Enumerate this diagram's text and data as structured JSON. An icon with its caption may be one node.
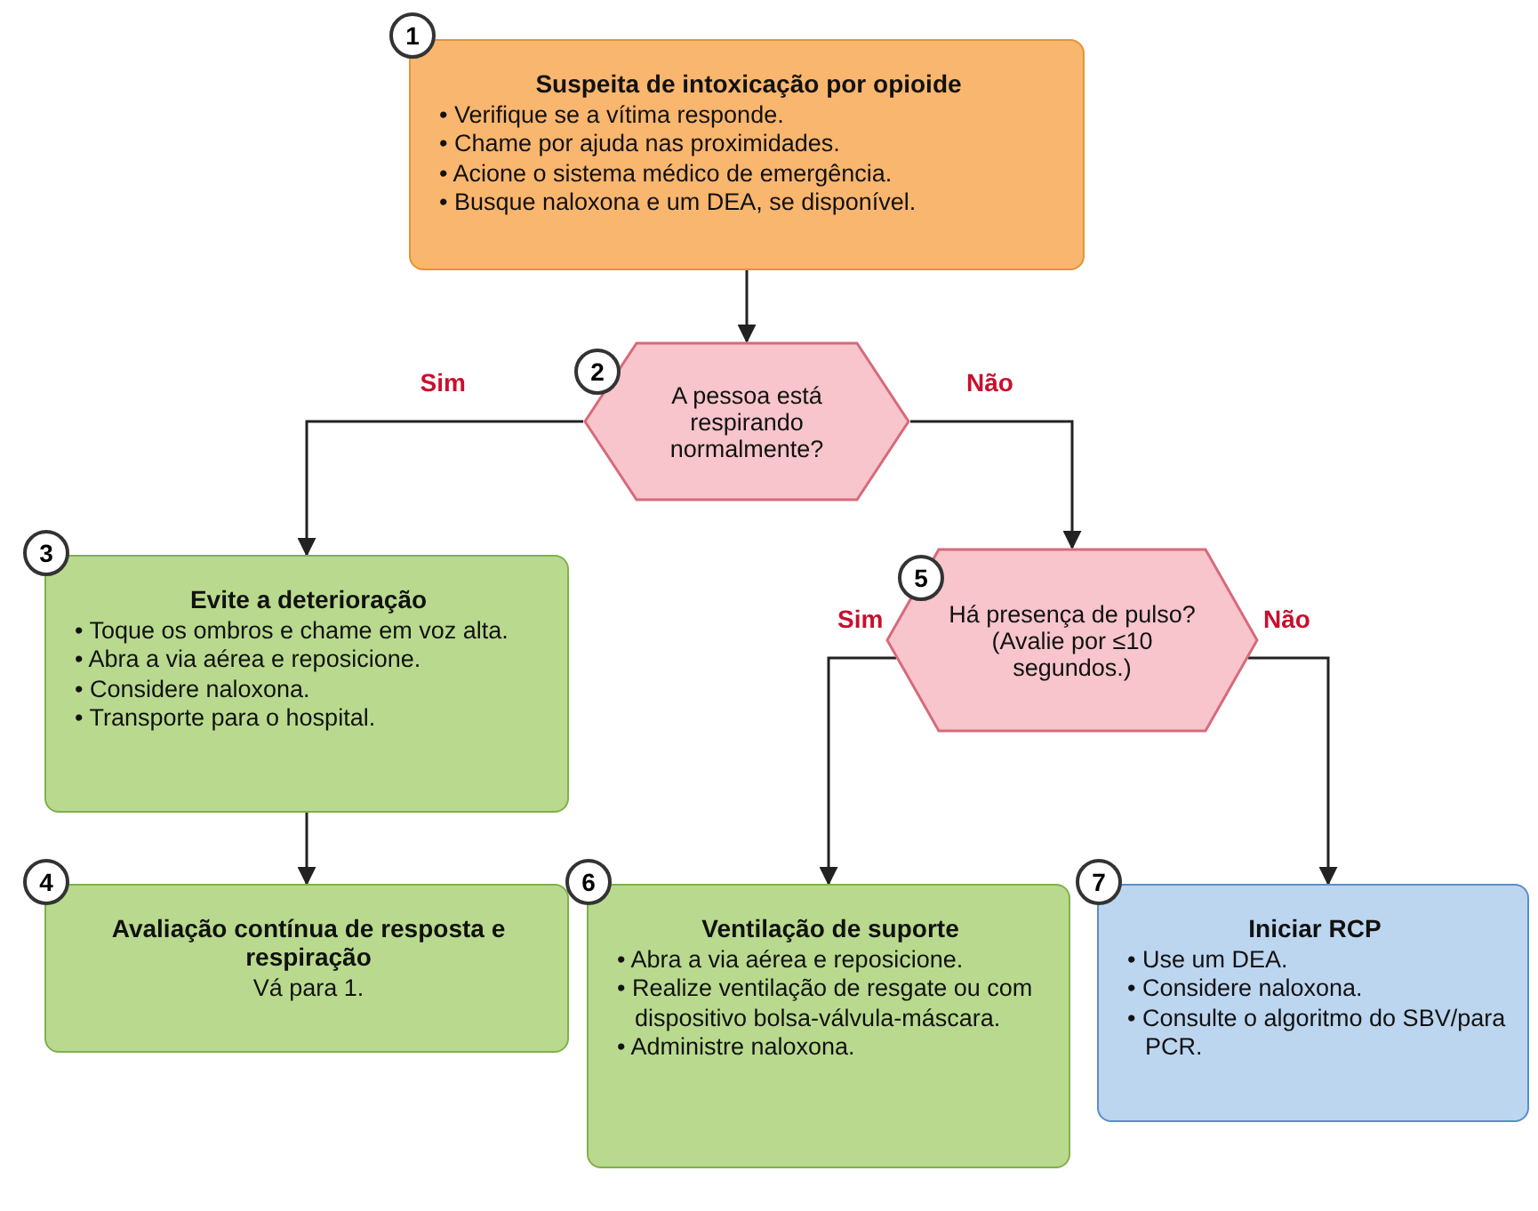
{
  "diagram": {
    "nodes": [
      {
        "text": [
          "Suspeita de intoxicação por opioide",
          "• Verifique se a vítima responde.",
          "• Chame por ajuda nas proximidades.",
          "• Acione o sistema médico de emergência.",
          "• Busque naloxona e um DEA, se disponível."
        ],
        "beside": [
          "1"
        ]
      },
      {
        "text": [
          "A pessoa está respirando normalmente?"
        ],
        "beside": [
          "2"
        ]
      },
      {
        "text": [
          "Evite a deterioração",
          "• Toque os ombros e chame em voz alta.",
          "• Abra a via aérea e reposicione.",
          "• Considere naloxona.",
          "• Transporte para o hospital."
        ],
        "beside": [
          "3"
        ]
      },
      {
        "text": [
          "Avaliação contínua de resposta e respiração",
          "Vá para 1."
        ],
        "beside": [
          "4"
        ]
      },
      {
        "text": [
          "Há presença de pulso?",
          "(Avalie por ≤10 segundos.)"
        ],
        "beside": [
          "5"
        ]
      },
      {
        "text": [
          "Ventilação de suporte",
          "• Abra a via aérea e reposicione.",
          "• Realize ventilação de resgate ou com dispositivo bolsa-válvula-máscara.",
          "• Administre naloxona."
        ],
        "beside": [
          "6"
        ]
      },
      {
        "text": [
          "Iniciar RCP",
          "• Use um DEA.",
          "• Considere naloxona.",
          "• Consulte o algoritmo do SBV/para PCR."
        ],
        "beside": [
          "7"
        ]
      }
    ],
    "edges": [
      {
        "from": 0,
        "to": 1,
        "arrow": "to"
      },
      {
        "from": 1,
        "to": 2,
        "arrow": "to",
        "label": "Sim"
      },
      {
        "from": 1,
        "to": 4,
        "arrow": "to",
        "label": "Não"
      },
      {
        "from": 2,
        "to": 3,
        "arrow": "to"
      },
      {
        "from": 4,
        "to": 5,
        "arrow": "to",
        "label": "Sim"
      },
      {
        "from": 4,
        "to": 6,
        "arrow": "to",
        "label": "Não"
      }
    ]
  }
}
